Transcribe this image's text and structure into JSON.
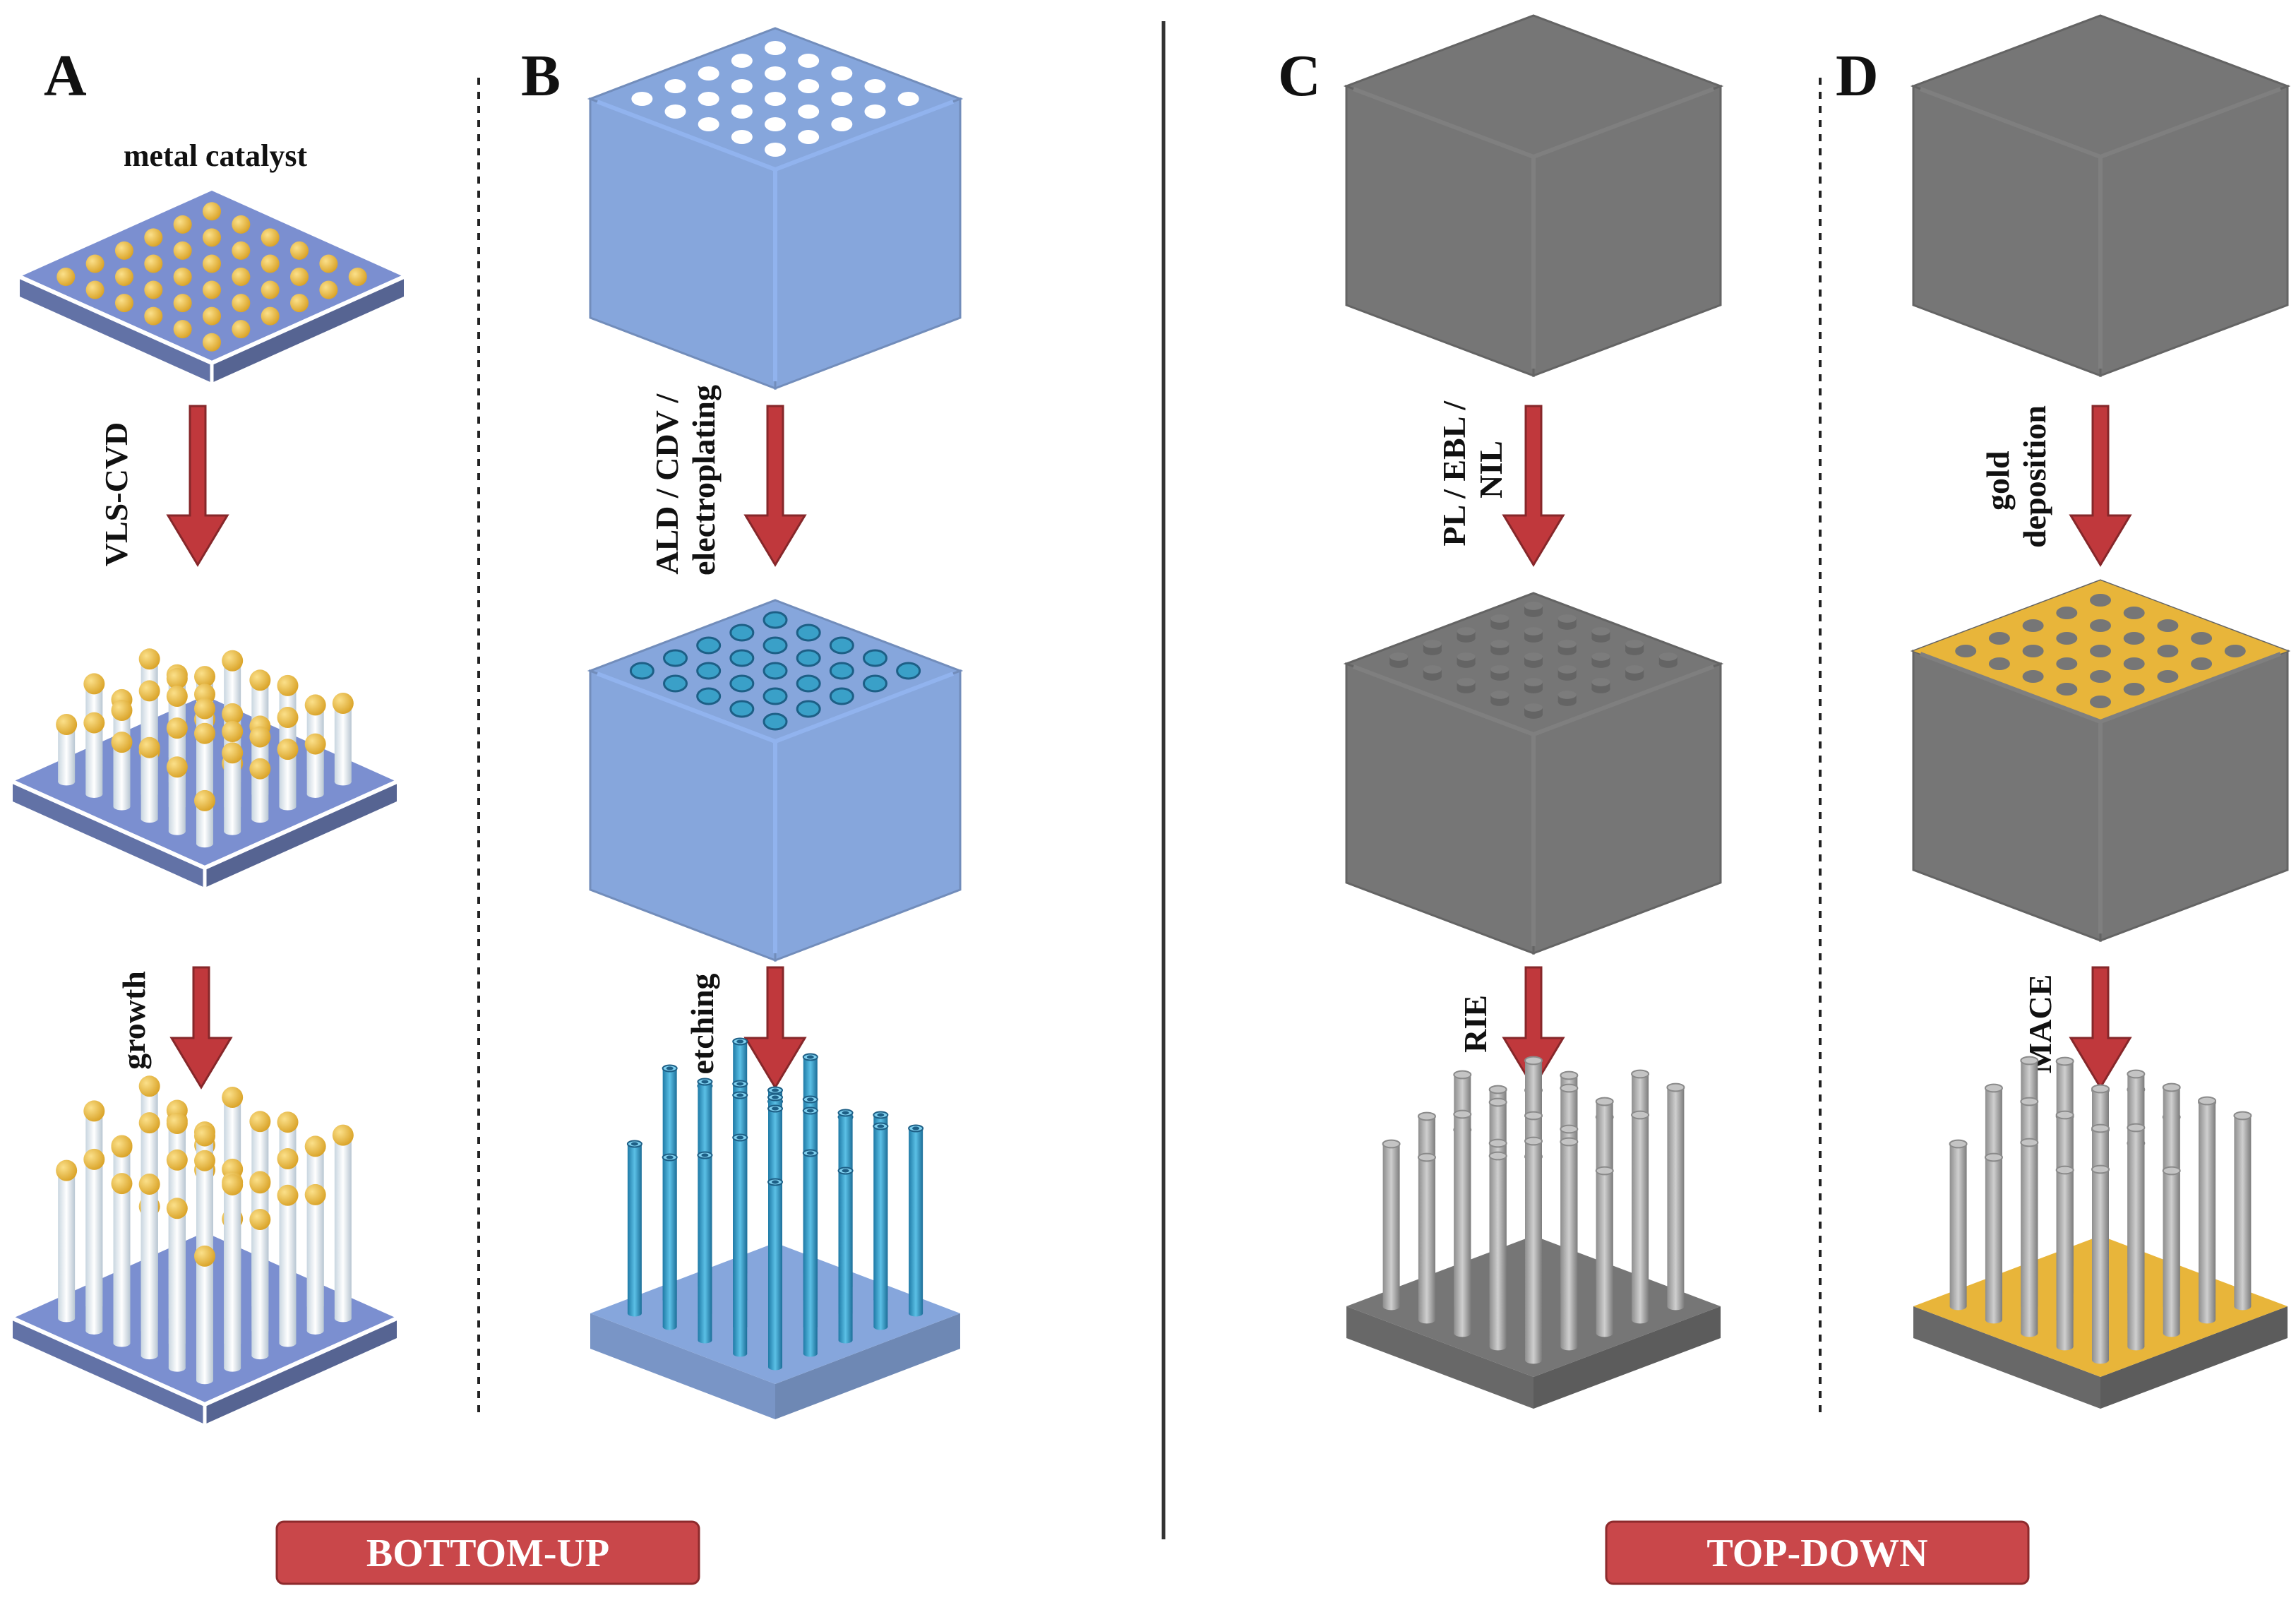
{
  "panels": {
    "A": {
      "letter": "A",
      "top_label": "metal catalyst",
      "step1": [
        "VLS-CVD"
      ],
      "step2": [
        "growth"
      ]
    },
    "B": {
      "letter": "B",
      "step1": [
        "ALD / CDV /",
        "electroplating"
      ],
      "step2": [
        "etching"
      ]
    },
    "C": {
      "letter": "C",
      "step1": [
        "PL / EBL /",
        "NIL"
      ],
      "step2": [
        "RIE"
      ]
    },
    "D": {
      "letter": "D",
      "step1": [
        "gold",
        "deposition"
      ],
      "step2": [
        "MACE"
      ]
    }
  },
  "categories": {
    "left": "BOTTOM-UP",
    "right": "TOP-DOWN"
  },
  "colors": {
    "substrate_blue": "#7b8fd0",
    "template_blue": "#86a6dc",
    "nanotube_blue": "#3aa0c8",
    "silicon_gray": "#767676",
    "catalyst_gold": "#e8b53a",
    "arrow_red": "#c0383c",
    "banner_red": "#c9474a"
  },
  "icons": [
    "down-arrow-icon"
  ]
}
